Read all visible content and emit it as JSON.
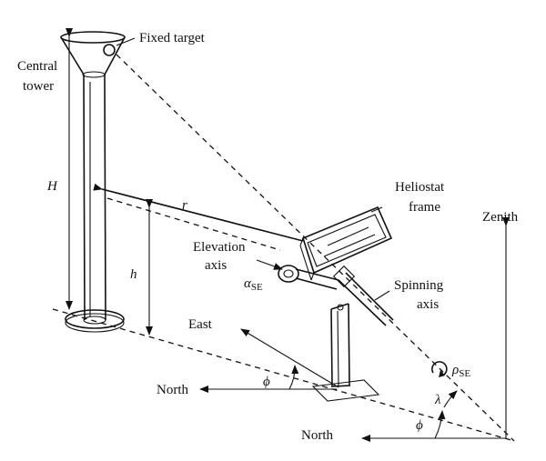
{
  "labels": {
    "fixed_target": "Fixed target",
    "central_tower_1": "Central",
    "central_tower_2": "tower",
    "H": "H",
    "h": "h",
    "r": "r",
    "heliostat_frame_1": "Heliostat",
    "heliostat_frame_2": "frame",
    "elevation_axis_1": "Elevation",
    "elevation_axis_2": "axis",
    "alpha": "α",
    "alpha_sub": "SE",
    "spinning_axis_1": "Spinning",
    "spinning_axis_2": "axis",
    "zenith": "Zenith",
    "east": "East",
    "north_upper": "North",
    "north_lower": "North",
    "phi_upper": "ϕ",
    "phi_lower": "ϕ",
    "lambda": "λ",
    "rho": "ρ",
    "rho_sub": "SE"
  }
}
